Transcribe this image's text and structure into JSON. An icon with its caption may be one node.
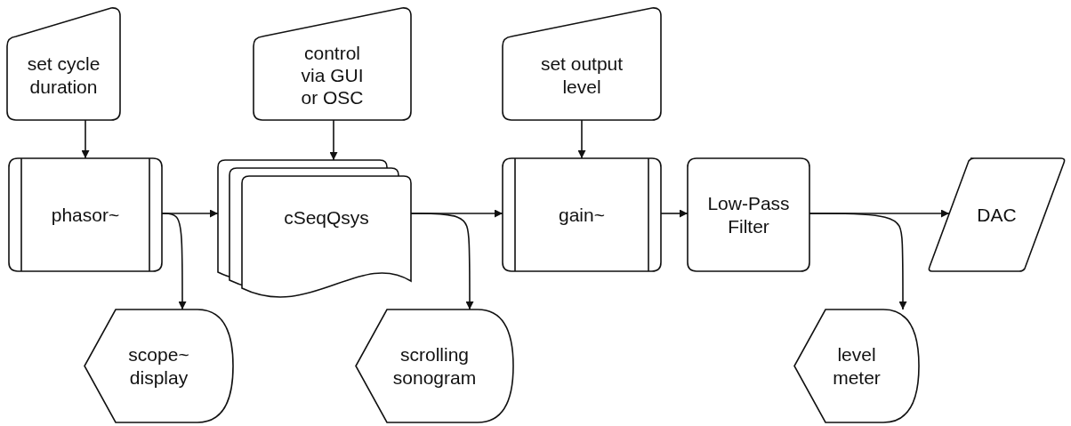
{
  "diagram": {
    "nodes": [
      {
        "text": [
          "set cycle duration"
        ]
      },
      {
        "text": [
          "control via GUI or OSC"
        ]
      },
      {
        "text": [
          "set output level"
        ]
      },
      {
        "text": [
          "phasor~"
        ]
      },
      {
        "text": [
          "cSeqQsys"
        ]
      },
      {
        "text": [
          "gain~"
        ]
      },
      {
        "text": [
          "Low-Pass Filter"
        ]
      },
      {
        "text": [
          "DAC"
        ]
      },
      {
        "text": [
          "scope~ display"
        ]
      },
      {
        "text": [
          "scrolling sonogram"
        ]
      },
      {
        "text": [
          "level meter"
        ]
      }
    ],
    "edges": [
      {
        "from": 0,
        "to": 3,
        "arrow": "to"
      },
      {
        "from": 1,
        "to": 4,
        "arrow": "to"
      },
      {
        "from": 2,
        "to": 5,
        "arrow": "to"
      },
      {
        "from": 3,
        "to": 4,
        "arrow": "to"
      },
      {
        "from": 3,
        "to": 8,
        "arrow": "to"
      },
      {
        "from": 4,
        "to": 5,
        "arrow": "to"
      },
      {
        "from": 4,
        "to": 9,
        "arrow": "to"
      },
      {
        "from": 5,
        "to": 6,
        "arrow": "to"
      },
      {
        "from": 6,
        "to": 7,
        "arrow": "to"
      },
      {
        "from": 6,
        "to": 10,
        "arrow": "to"
      }
    ]
  }
}
